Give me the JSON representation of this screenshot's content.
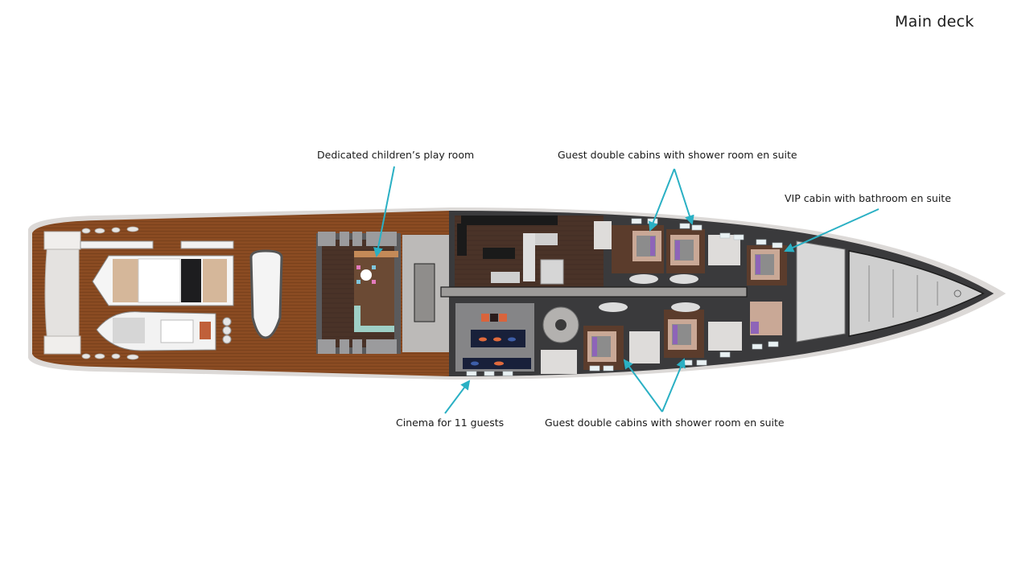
{
  "page": {
    "title": "Main deck"
  },
  "annotations": [
    {
      "id": "play-room",
      "text": "Dedicated children’s play room"
    },
    {
      "id": "guest-cabins-port",
      "text": "Guest double cabins with shower room en suite"
    },
    {
      "id": "vip-cabin",
      "text": "VIP cabin with bathroom en suite"
    },
    {
      "id": "cinema",
      "text": "Cinema for 11 guests"
    },
    {
      "id": "guest-cabins-starboard",
      "text": "Guest double cabins with shower room en suite"
    }
  ],
  "colors": {
    "arrow": "#2ab0c4",
    "teak": "#8a4b22",
    "hull_outer": "#dcd9d7",
    "interior_dark": "#3a3a3c",
    "cabin_floor": "#5a3a2a"
  },
  "zones": [
    {
      "name": "aft-swim-platform"
    },
    {
      "name": "tender-garage-deck"
    },
    {
      "name": "jet-ski"
    },
    {
      "name": "children-play-room"
    },
    {
      "name": "galley"
    },
    {
      "name": "cinema-room"
    },
    {
      "name": "spiral-stair"
    },
    {
      "name": "guest-cabins"
    },
    {
      "name": "vip-cabin"
    },
    {
      "name": "forepeak"
    }
  ]
}
